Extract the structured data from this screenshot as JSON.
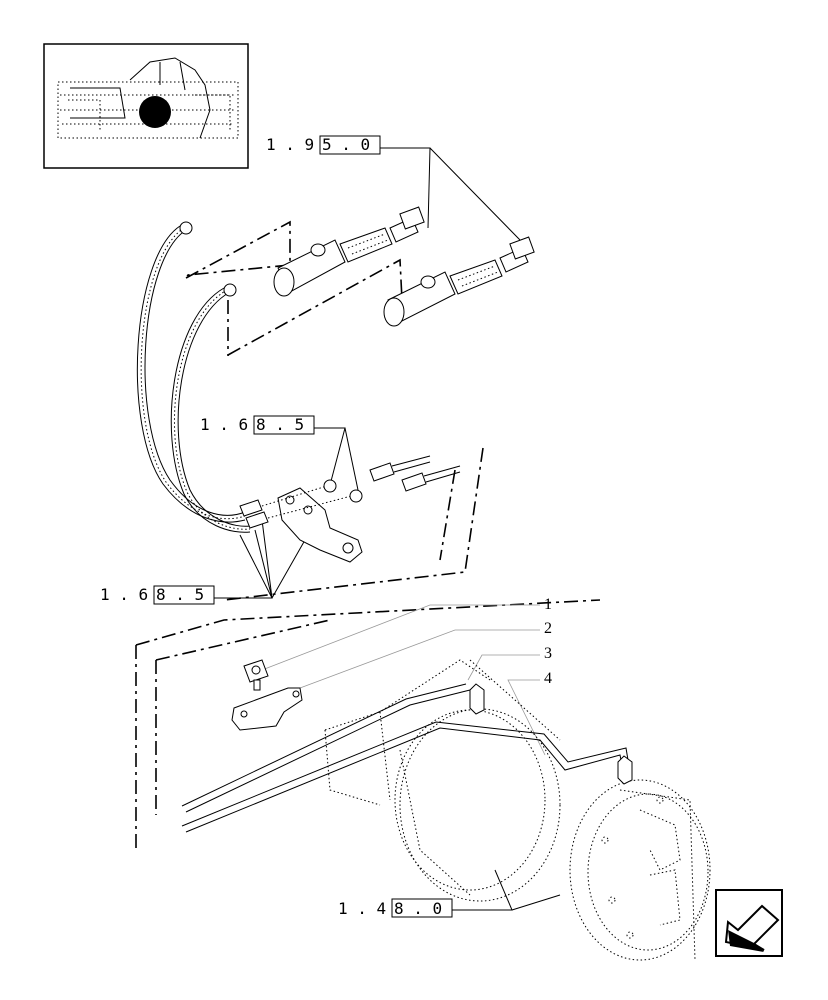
{
  "references": {
    "ref_top": {
      "prefix": "1 . 9",
      "suffix": "5 . 0"
    },
    "ref_mid": {
      "prefix": "1 . 6",
      "suffix": "8 . 5"
    },
    "ref_left": {
      "prefix": "1 . 6",
      "suffix": "8 . 5"
    },
    "ref_bottom": {
      "prefix": "1 . 4",
      "suffix": "8 . 0"
    }
  },
  "callouts": [
    "1",
    "2",
    "3",
    "4"
  ],
  "icons": {
    "locator": "tractor-locator-thumbnail-icon",
    "nav": "previous-page-arrow-icon"
  }
}
